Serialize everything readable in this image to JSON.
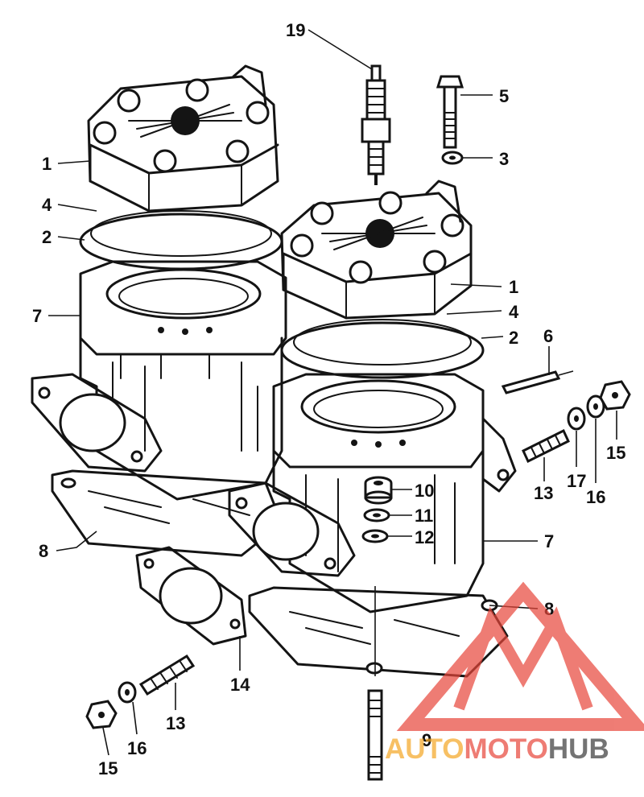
{
  "callouts": [
    {
      "id": "c19",
      "label": "19"
    },
    {
      "id": "c5",
      "label": "5"
    },
    {
      "id": "c3",
      "label": "3"
    },
    {
      "id": "c1a",
      "label": "1"
    },
    {
      "id": "c4a",
      "label": "4"
    },
    {
      "id": "c2a",
      "label": "2"
    },
    {
      "id": "c7a",
      "label": "7"
    },
    {
      "id": "c1b",
      "label": "1"
    },
    {
      "id": "c4b",
      "label": "4"
    },
    {
      "id": "c2b",
      "label": "2"
    },
    {
      "id": "c6",
      "label": "6"
    },
    {
      "id": "c15a",
      "label": "15"
    },
    {
      "id": "c16a",
      "label": "16"
    },
    {
      "id": "c17",
      "label": "17"
    },
    {
      "id": "c13a",
      "label": "13"
    },
    {
      "id": "c10",
      "label": "10"
    },
    {
      "id": "c11",
      "label": "11"
    },
    {
      "id": "c12",
      "label": "12"
    },
    {
      "id": "c7b",
      "label": "7"
    },
    {
      "id": "c8a",
      "label": "8"
    },
    {
      "id": "c8b",
      "label": "8"
    },
    {
      "id": "c14",
      "label": "14"
    },
    {
      "id": "c13b",
      "label": "13"
    },
    {
      "id": "c16b",
      "label": "16"
    },
    {
      "id": "c15b",
      "label": "15"
    },
    {
      "id": "c9",
      "label": "9"
    }
  ],
  "watermark": {
    "part1": "AUTO",
    "part2": "MOTO",
    "part3": "HUB",
    "color_primary": "#e8463a",
    "color_secondary": "#f5a623",
    "color_dark": "#3a3a3a"
  }
}
